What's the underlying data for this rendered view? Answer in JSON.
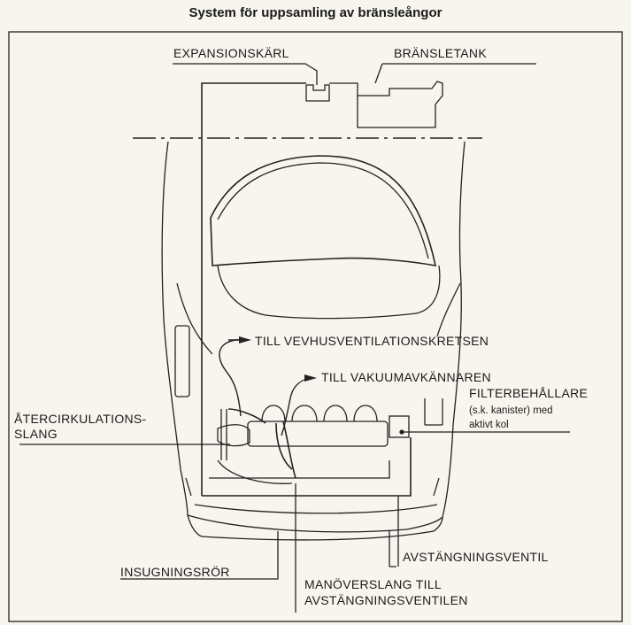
{
  "title": "System för uppsamling av bränsleångor",
  "labels": {
    "expansion_tank": "EXPANSIONSKÄRL",
    "fuel_tank": "BRÄNSLETANK",
    "crankcase": "TILL VEVHUSVENTILATIONSKRETSEN",
    "vacuum_sensor": "TILL VAKUUMAVKÄNNAREN",
    "filter_title": "FILTERBEHÅLLARE",
    "filter_sub1": "(s.k. kanister) med",
    "filter_sub2": "aktivt kol",
    "recirc_line1": "ÅTERCIRKULATIONS-",
    "recirc_line2": "SLANG",
    "intake": "INSUGNINGSRÖR",
    "shutoff_valve": "AVSTÄNGNINGSVENTIL",
    "control_line1": "MANÖVERSLANG TILL",
    "control_line2": "AVSTÄNGNINGSVENTILEN"
  }
}
